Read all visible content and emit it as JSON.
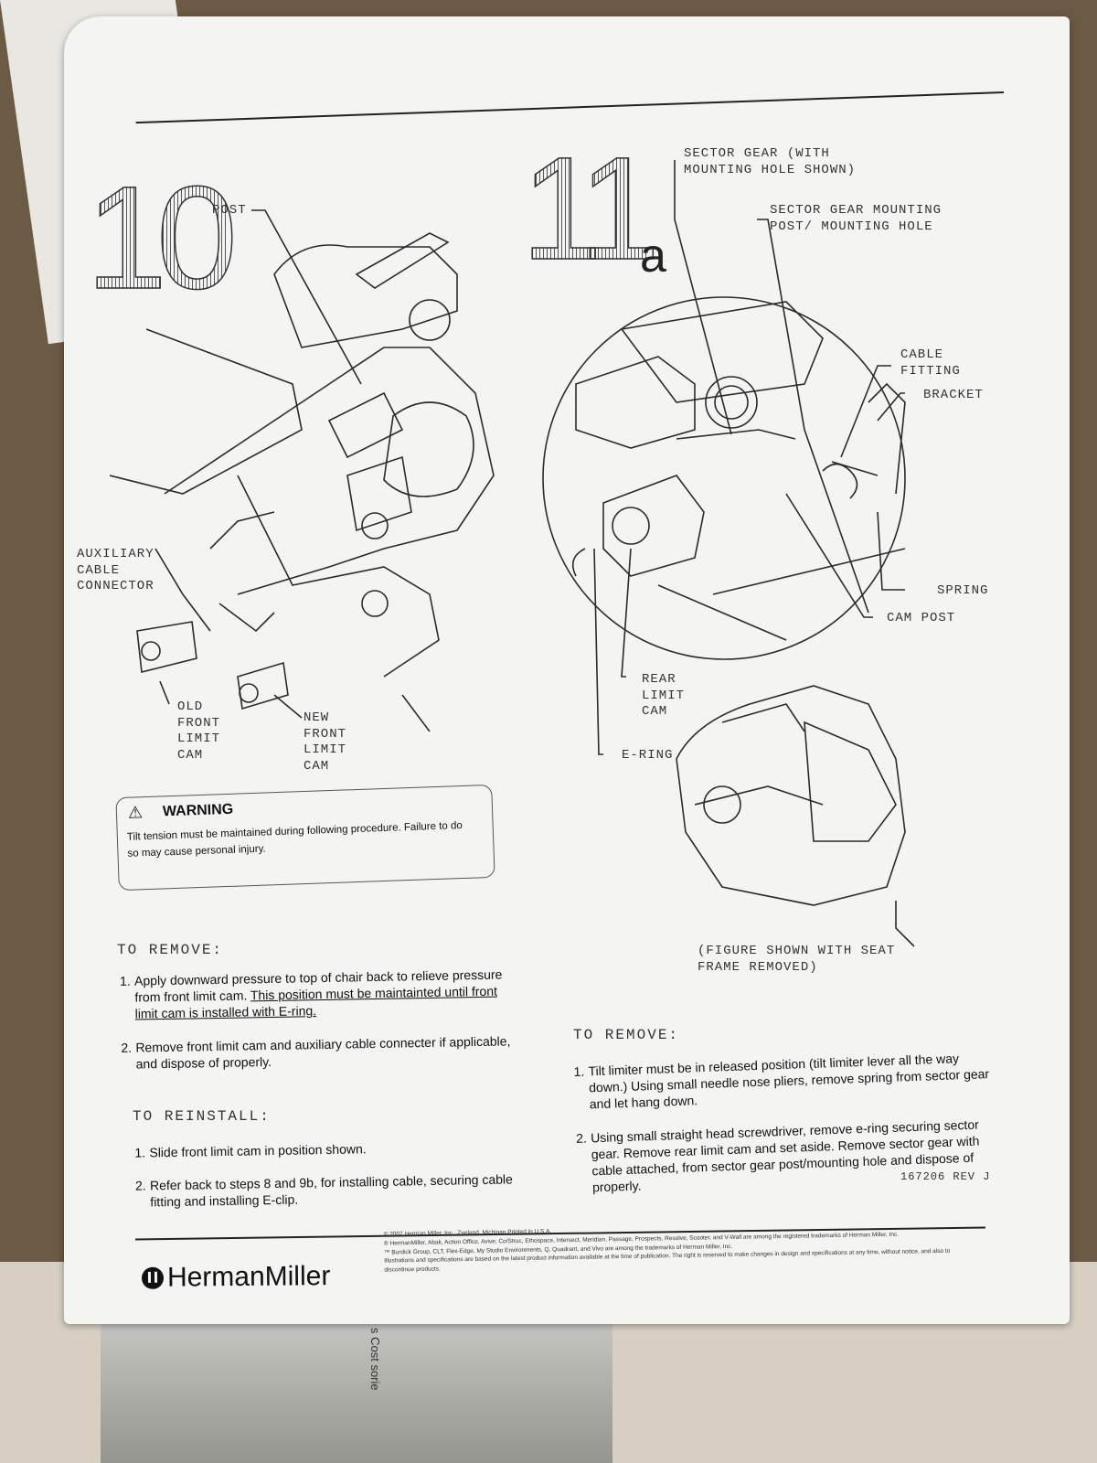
{
  "step10": {
    "number": "10",
    "labels": {
      "post": "POST",
      "aux": "AUXILIARY\nCABLE\nCONNECTOR",
      "old": "OLD\nFRONT\nLIMIT\nCAM",
      "new": "NEW\nFRONT\nLIMIT\nCAM"
    },
    "warning": {
      "title": "WARNING",
      "body": "Tilt tension must be maintained during following procedure. Failure to do so may cause personal injury."
    },
    "remove": {
      "heading": "TO REMOVE:",
      "items": [
        {
          "n": "1.",
          "text": "Apply downward pressure to top of chair back to relieve pressure from front limit cam. ",
          "underlined": "This position must be maintainted until front limit cam is installed with E-ring."
        },
        {
          "n": "2.",
          "text": "Remove front limit cam and auxiliary cable connecter if applicable, and dispose of properly.",
          "underlined": ""
        }
      ]
    },
    "reinstall": {
      "heading": "TO REINSTALL:",
      "items": [
        {
          "n": "1.",
          "text": "Slide front limit cam in position shown."
        },
        {
          "n": "2.",
          "text": "Refer back to steps 8 and 9b, for installing cable, securing cable fitting and installing E-clip."
        }
      ]
    }
  },
  "step11": {
    "number": "11",
    "suffix": "a",
    "labels": {
      "sector_gear": "SECTOR GEAR (WITH\nMOUNTING HOLE SHOWN)",
      "sector_post": "SECTOR GEAR MOUNTING\nPOST/ MOUNTING HOLE",
      "cable_fitting": "CABLE\nFITTING",
      "bracket": "BRACKET",
      "spring": "SPRING",
      "cam_post": "CAM POST",
      "rear_cam": "REAR\nLIMIT\nCAM",
      "ering": "E-RING",
      "figure_note": "(FIGURE SHOWN WITH SEAT\nFRAME REMOVED)"
    },
    "remove": {
      "heading": "TO REMOVE:",
      "items": [
        {
          "n": "1.",
          "text": "Tilt limiter must be in released position (tilt limiter lever all the way down.) Using small needle nose pliers, remove spring from sector gear and let hang down."
        },
        {
          "n": "2.",
          "text": "Using small straight head screwdriver, remove e-ring securing sector gear. Remove rear limit cam and set aside. Remove sector gear with cable attached, from sector gear post/mounting hole and dispose of properly."
        }
      ]
    }
  },
  "footer": {
    "doc_number": "167206 REV J",
    "brand": "HermanMiller",
    "legal": [
      "© 2007 Herman Miller, Inc., Zeeland, Michigan   Printed in U.S.A.",
      "® HermanMiller, Abak, Action Office, Avive, Co/Struc, Ethospace, Intersect, Meridian, Passage, Prospects, Resolve, Scooter, and V-Wall are among the registered trademarks of Herman Miller, Inc.",
      "™ Burdick Group, CLT, Flex-Edge, My Studio Environments, Q, Quadrant, and Vivo are among the trademarks of Herman Miller, Inc.",
      "Illustrations and specifications are based on the latest product information available at the time of publication. The right is reserved to make changes in design and specifications at any time, without notice, and also to discontinue products."
    ]
  },
  "background": {
    "bag_text": "s Cost  sorie"
  },
  "colors": {
    "paper": "#f4f4f2",
    "ink": "#222222",
    "table": "#6b5a44"
  }
}
